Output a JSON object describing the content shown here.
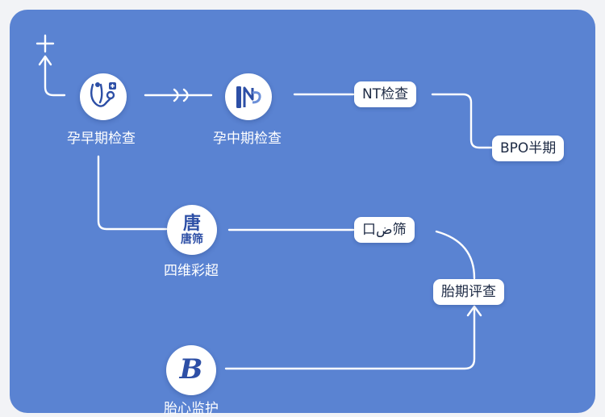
{
  "nodes": {
    "early": {
      "label": "孕早期检查"
    },
    "mid": {
      "label": "孕中期检查"
    },
    "nt": {
      "label": "NT检查"
    },
    "bpo": {
      "label": "BPO半期"
    },
    "four_d": {
      "label": "四维彩超",
      "glyph_top": "唐",
      "glyph_bottom": "唐筛"
    },
    "tang": {
      "label": "口ض筛"
    },
    "fetal": {
      "label": "胎期评查"
    },
    "bottom": {
      "glyph": "B",
      "label": "胎心监护"
    }
  },
  "colors": {
    "background": "#5a83d2",
    "line": "#ffffff",
    "icon": "#2d4fa6"
  }
}
